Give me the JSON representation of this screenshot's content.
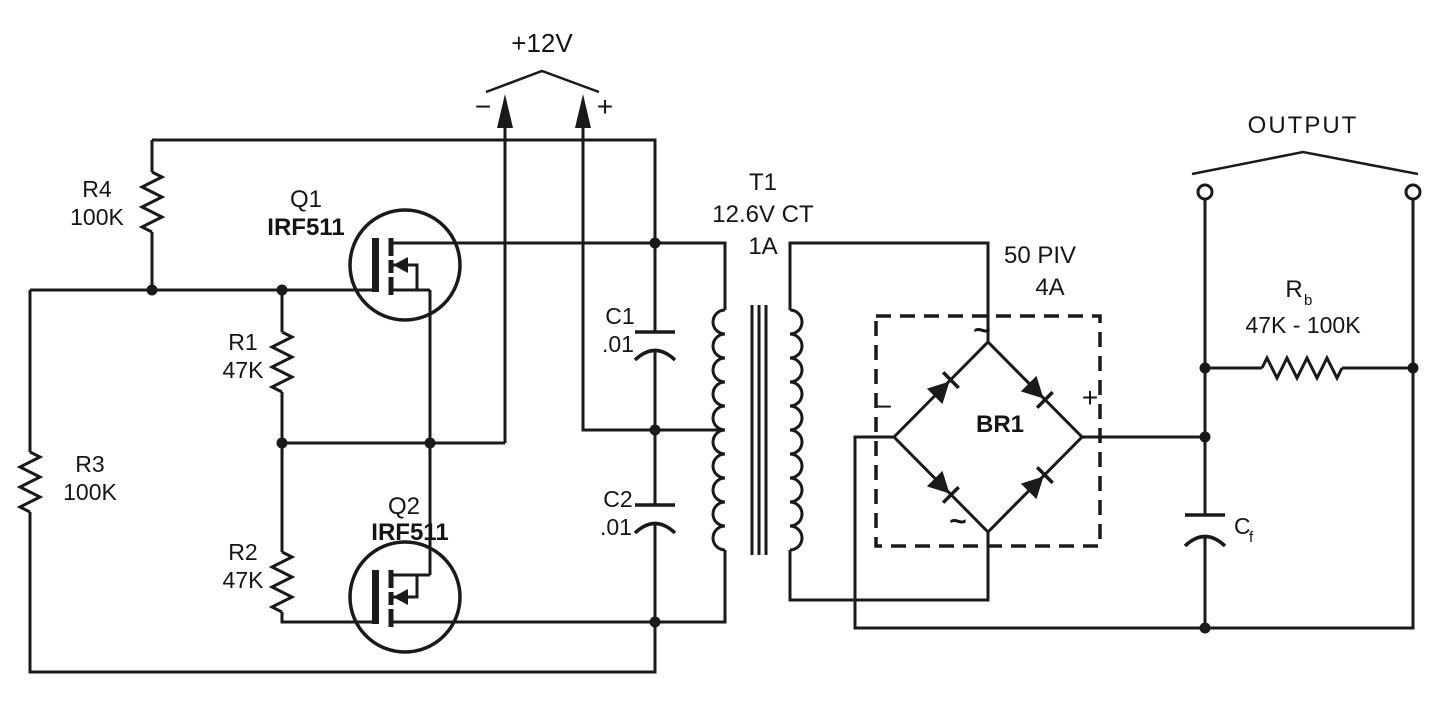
{
  "supply": {
    "voltage_label": "+12V",
    "minus_label": "−",
    "plus_label": "+"
  },
  "transistors": {
    "q1": {
      "ref": "Q1",
      "part": "IRF511"
    },
    "q2": {
      "ref": "Q2",
      "part": "IRF511"
    }
  },
  "resistors": {
    "r4": {
      "ref": "R4",
      "value": "100K"
    },
    "r1": {
      "ref": "R1",
      "value": "47K"
    },
    "r3": {
      "ref": "R3",
      "value": "100K"
    },
    "r2": {
      "ref": "R2",
      "value": "47K"
    },
    "rb": {
      "ref_base": "R",
      "ref_sub": "b",
      "value": "47K - 100K"
    }
  },
  "capacitors": {
    "c1": {
      "ref": "C1",
      "value": ".01"
    },
    "c2": {
      "ref": "C2",
      "value": ".01"
    },
    "cf": {
      "ref_base": "C",
      "ref_sub": "f"
    }
  },
  "transformer": {
    "ref": "T1",
    "secondary_rating": "12.6V CT",
    "current_rating": "1A"
  },
  "bridge": {
    "ref": "BR1",
    "piv_rating": "50 PIV",
    "current_rating": "4A",
    "ac_top_label": "~",
    "ac_bottom_label": "~",
    "dc_minus_label": "−",
    "dc_plus_label": "+"
  },
  "output": {
    "label": "OUTPUT"
  }
}
